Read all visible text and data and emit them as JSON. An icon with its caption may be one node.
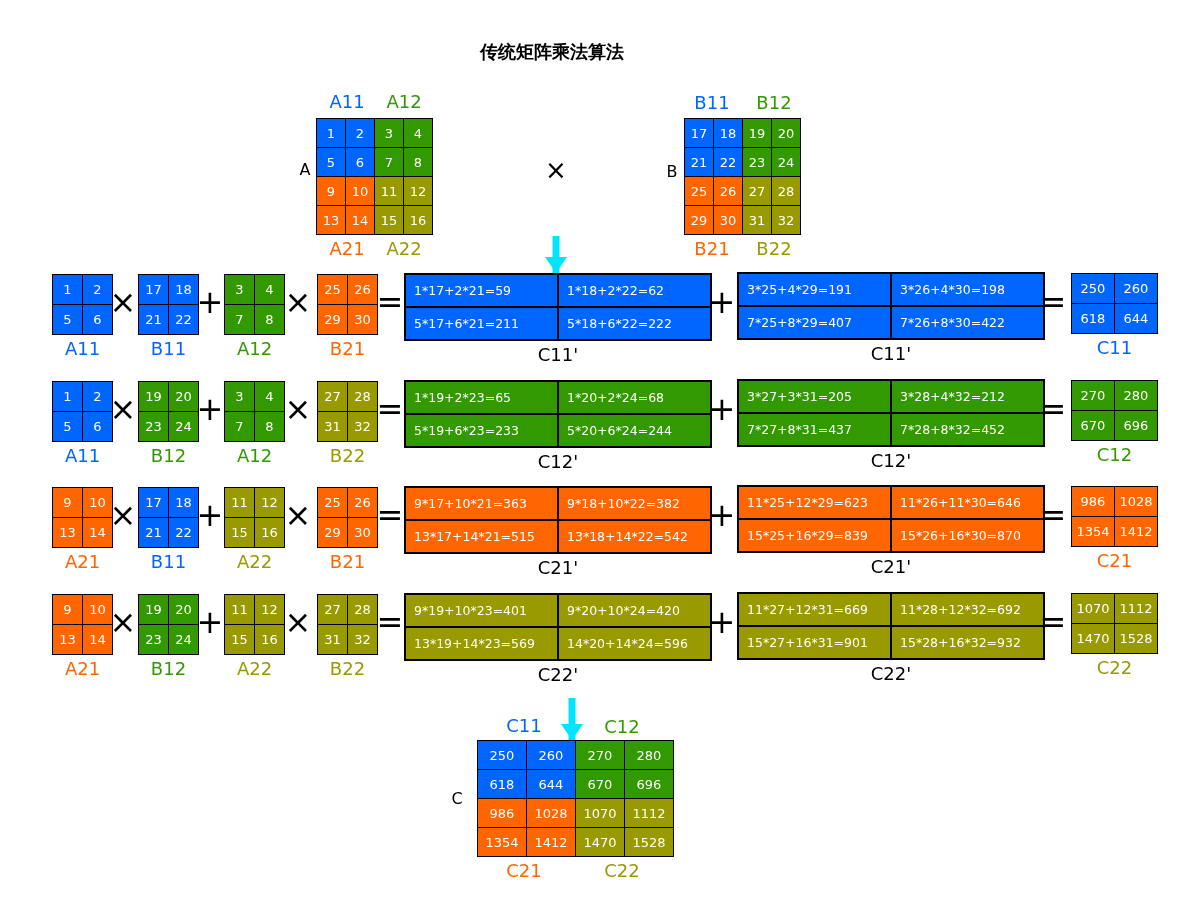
{
  "diagram": {
    "title": "传统矩阵乘法算法",
    "nodes": [
      {
        "text": [
          "1",
          "2",
          "3",
          "4",
          "5",
          "6",
          "7",
          "8",
          "9",
          "10",
          "11",
          "12",
          "13",
          "14",
          "15",
          "16"
        ],
        "beside": [
          "A11",
          "A12",
          "A",
          "A21",
          "A22"
        ]
      },
      {
        "text": [
          "17",
          "18",
          "19",
          "20",
          "21",
          "22",
          "23",
          "24",
          "25",
          "26",
          "27",
          "28",
          "29",
          "30",
          "31",
          "32"
        ],
        "beside": [
          "B11",
          "B12",
          "B",
          "B21",
          "B22"
        ]
      },
      {
        "text": [
          "1",
          "2",
          "5",
          "6"
        ],
        "beside": [
          "A11"
        ]
      },
      {
        "text": [
          "17",
          "18",
          "21",
          "22"
        ],
        "beside": [
          "B11"
        ]
      },
      {
        "text": [
          "3",
          "4",
          "7",
          "8"
        ],
        "beside": [
          "A12"
        ]
      },
      {
        "text": [
          "25",
          "26",
          "29",
          "30"
        ],
        "beside": [
          "B21"
        ]
      },
      {
        "text": [
          "1*17+2*21=59",
          "1*18+2*22=62",
          "5*17+6*21=211",
          "5*18+6*22=222"
        ],
        "beside": [
          "C11'"
        ]
      },
      {
        "text": [
          "3*25+4*29=191",
          "3*26+4*30=198",
          "7*25+8*29=407",
          "7*26+8*30=422"
        ],
        "beside": [
          "C11'"
        ]
      },
      {
        "text": [
          "250",
          "260",
          "618",
          "644"
        ],
        "beside": [
          "C11"
        ]
      },
      {
        "text": [
          "1",
          "2",
          "5",
          "6"
        ],
        "beside": [
          "A11"
        ]
      },
      {
        "text": [
          "19",
          "20",
          "23",
          "24"
        ],
        "beside": [
          "B12"
        ]
      },
      {
        "text": [
          "3",
          "4",
          "7",
          "8"
        ],
        "beside": [
          "A12"
        ]
      },
      {
        "text": [
          "27",
          "28",
          "31",
          "32"
        ],
        "beside": [
          "B22"
        ]
      },
      {
        "text": [
          "1*19+2*23=65",
          "1*20+2*24=68",
          "5*19+6*23=233",
          "5*20+6*24=244"
        ],
        "beside": [
          "C12'"
        ]
      },
      {
        "text": [
          "3*27+3*31=205",
          "3*28+4*32=212",
          "7*27+8*31=437",
          "7*28+8*32=452"
        ],
        "beside": [
          "C12'"
        ]
      },
      {
        "text": [
          "270",
          "280",
          "670",
          "696"
        ],
        "beside": [
          "C12"
        ]
      },
      {
        "text": [
          "9",
          "10",
          "13",
          "14"
        ],
        "beside": [
          "A21"
        ]
      },
      {
        "text": [
          "17",
          "18",
          "21",
          "22"
        ],
        "beside": [
          "B11"
        ]
      },
      {
        "text": [
          "11",
          "12",
          "15",
          "16"
        ],
        "beside": [
          "A22"
        ]
      },
      {
        "text": [
          "25",
          "26",
          "29",
          "30"
        ],
        "beside": [
          "B21"
        ]
      },
      {
        "text": [
          "9*17+10*21=363",
          "9*18+10*22=382",
          "13*17+14*21=515",
          "13*18+14*22=542"
        ],
        "beside": [
          "C21'"
        ]
      },
      {
        "text": [
          "11*25+12*29=623",
          "11*26+11*30=646",
          "15*25+16*29=839",
          "15*26+16*30=870"
        ],
        "beside": [
          "C21'"
        ]
      },
      {
        "text": [
          "986",
          "1028",
          "1354",
          "1412"
        ],
        "beside": [
          "C21"
        ]
      },
      {
        "text": [
          "9",
          "10",
          "13",
          "14"
        ],
        "beside": [
          "A21"
        ]
      },
      {
        "text": [
          "19",
          "20",
          "23",
          "24"
        ],
        "beside": [
          "B12"
        ]
      },
      {
        "text": [
          "11",
          "12",
          "15",
          "16"
        ],
        "beside": [
          "A22"
        ]
      },
      {
        "text": [
          "27",
          "28",
          "31",
          "32"
        ],
        "beside": [
          "B22"
        ]
      },
      {
        "text": [
          "9*19+10*23=401",
          "9*20+10*24=420",
          "13*19+14*23=569",
          "14*20+14*24=596"
        ],
        "beside": [
          "C22'"
        ]
      },
      {
        "text": [
          "11*27+12*31=669",
          "11*28+12*32=692",
          "15*27+16*31=901",
          "15*28+16*32=932"
        ],
        "beside": [
          "C22'"
        ]
      },
      {
        "text": [
          "1070",
          "1112",
          "1470",
          "1528"
        ],
        "beside": [
          "C22"
        ]
      },
      {
        "text": [
          "250",
          "260",
          "270",
          "280",
          "618",
          "644",
          "670",
          "696",
          "986",
          "1028",
          "1070",
          "1112",
          "1354",
          "1412",
          "1470",
          "1528"
        ],
        "beside": [
          "C11",
          "C12",
          "C",
          "C21",
          "C22"
        ]
      }
    ],
    "edges": [
      {
        "from": null,
        "to": 6,
        "arrow": "to"
      },
      {
        "from": null,
        "to": 30,
        "arrow": "to"
      }
    ],
    "labels": [
      "×",
      "×",
      "+",
      "×",
      "=",
      "+",
      "=",
      "×",
      "+",
      "×",
      "=",
      "+",
      "=",
      "×",
      "+",
      "×",
      "=",
      "+",
      "=",
      "×",
      "+",
      "×",
      "=",
      "+",
      "="
    ]
  }
}
